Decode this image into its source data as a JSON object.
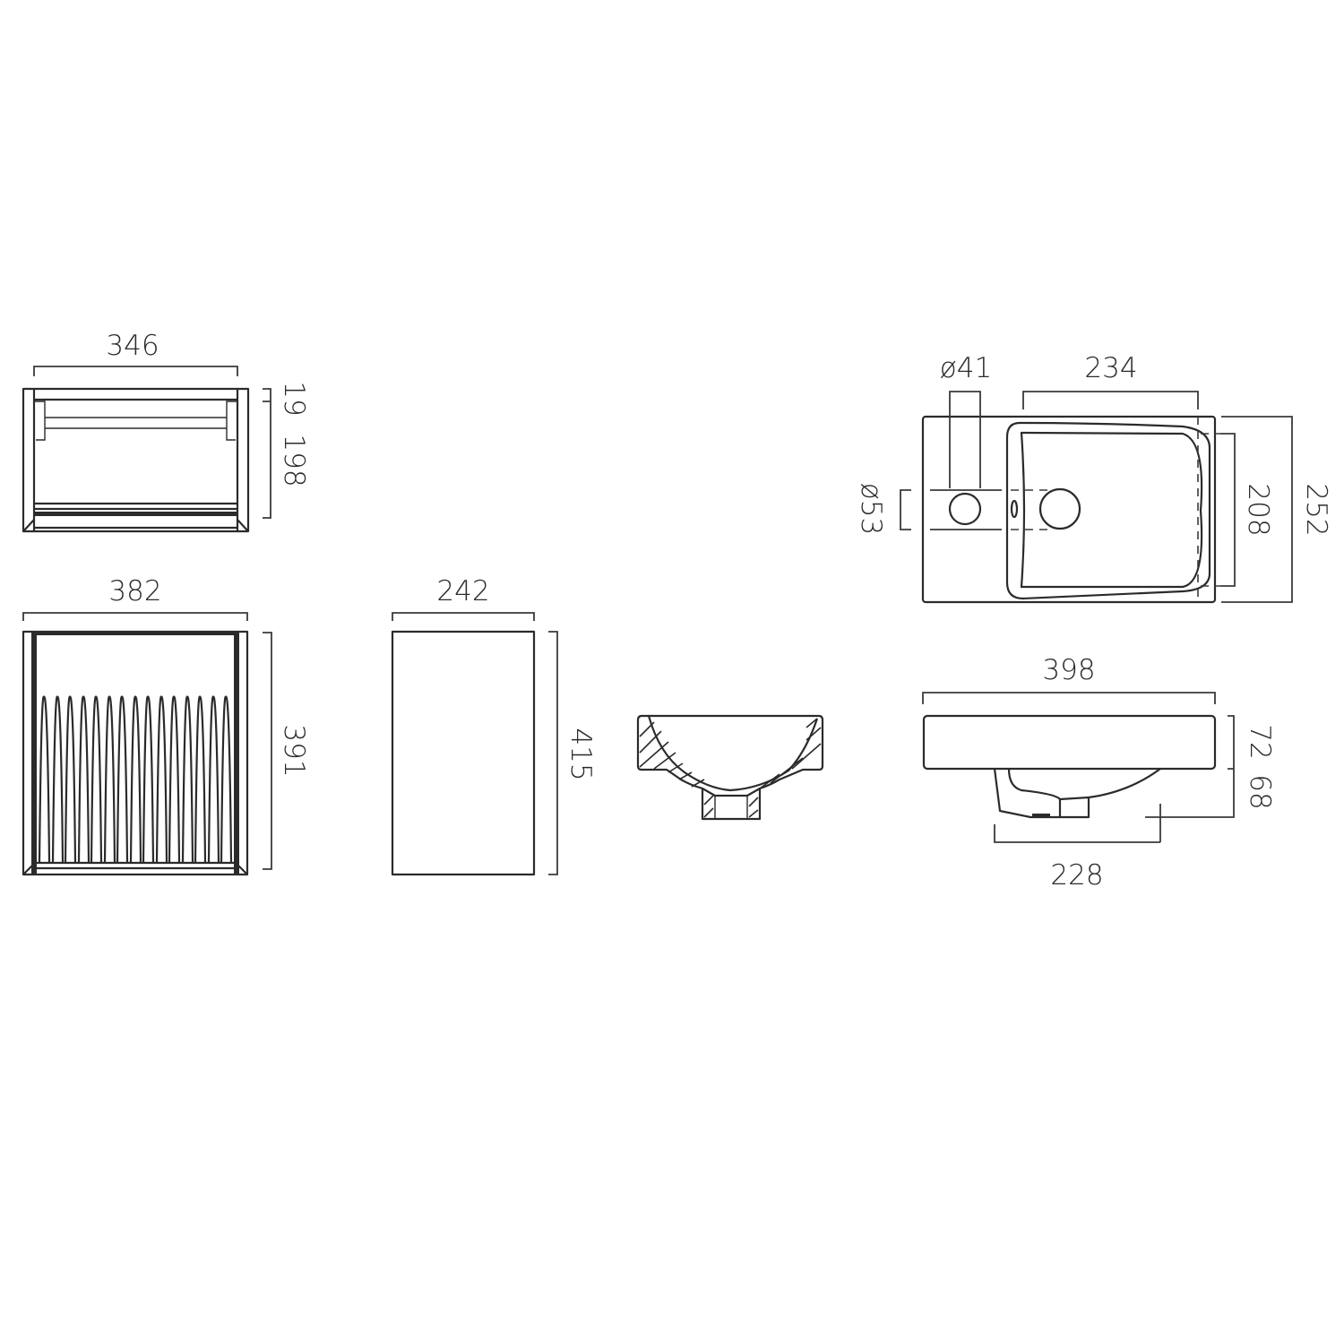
{
  "drawing": {
    "type": "technical-dimension-drawing",
    "units": "mm",
    "line_color": "#2b2b2b",
    "background": "#ffffff"
  },
  "views": {
    "cabinet_top": {
      "width_label": "346",
      "top_panel_label": "19",
      "inner_height_label": "198"
    },
    "cabinet_front": {
      "width_label": "382",
      "height_label": "391",
      "slat_count": 15
    },
    "cabinet_side": {
      "width_label": "242",
      "height_label": "415"
    },
    "basin_section": {
      "description": "hatched cross-section of basin"
    },
    "basin_plan": {
      "tap_hole_label": "ø41",
      "bowl_width_label": "234",
      "waste_label": "ø53",
      "bowl_depth_label": "208",
      "overall_depth_label": "252"
    },
    "basin_elevation": {
      "overall_width_label": "398",
      "rim_height_label": "72",
      "below_rim_label": "68",
      "waste_offset_label": "228"
    }
  }
}
